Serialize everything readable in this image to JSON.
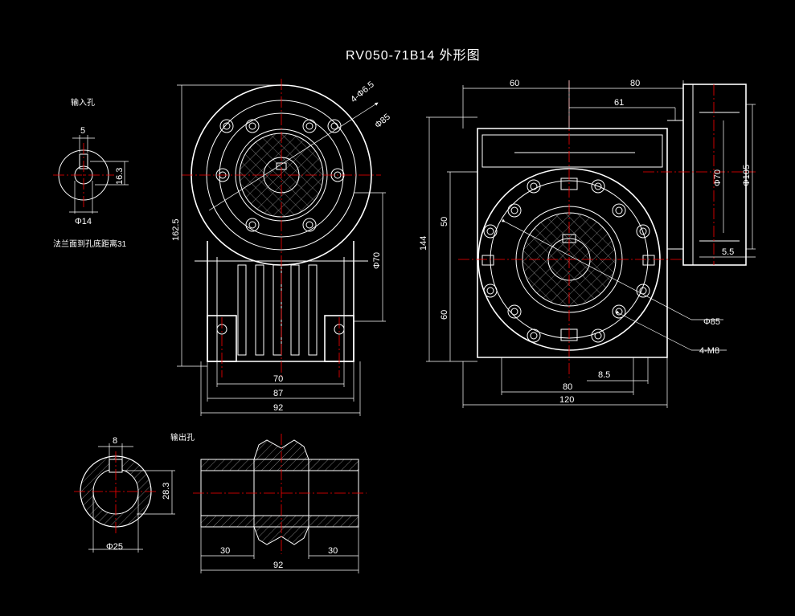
{
  "title": "RV050-71B14 外形图",
  "input_bore": {
    "label": "输入孔",
    "key_width": "5",
    "key_height": "16.3",
    "diameter": "Φ14",
    "note": "法兰面到孔底距离31"
  },
  "output_bore": {
    "label": "输出孔",
    "key_width": "8",
    "key_height": "28.3",
    "diameter": "Φ25"
  },
  "front_view": {
    "hole_callout": "4-Φ6.5",
    "flange_pcd": "Φ85",
    "spigot": "Φ70",
    "height": "162.5",
    "width_70": "70",
    "width_87": "87",
    "width_92": "92"
  },
  "side_view": {
    "dim_60": "60",
    "dim_80_top": "80",
    "dim_61": "61",
    "dim_phi70": "Φ70",
    "dim_phi105": "Φ105",
    "dim_5_5": "5.5",
    "dim_144": "144",
    "dim_50": "50",
    "dim_60_lower": "60",
    "dim_phi85": "Φ85",
    "dim_4m8": "4-M8",
    "dim_8_5": "8.5",
    "dim_80_bottom": "80",
    "dim_120": "120"
  },
  "shaft_view": {
    "dim_30_left": "30",
    "dim_30_right": "30",
    "dim_92": "92"
  }
}
